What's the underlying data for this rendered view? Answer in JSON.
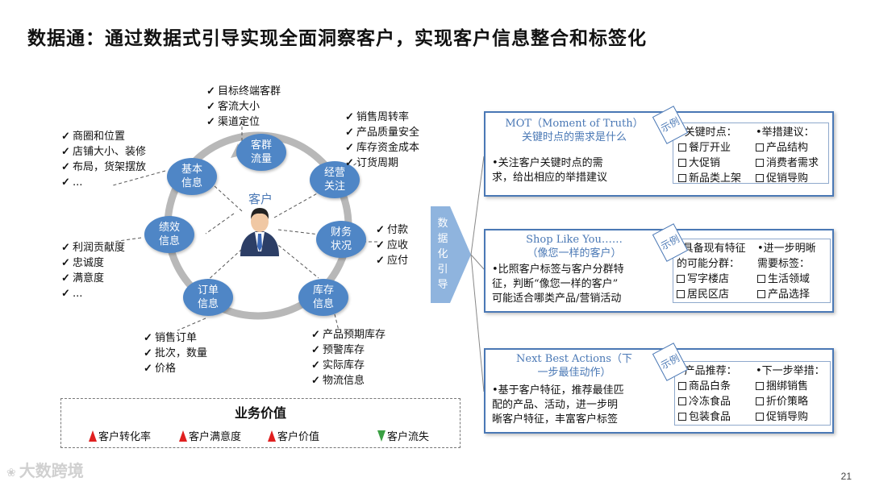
{
  "title": "数据通：通过数据式引导实现全面洞察客户，实现客户信息整合和标签化",
  "center": {
    "label": "客户"
  },
  "nodes": [
    {
      "id": "flow",
      "line1": "客群",
      "line2": "流量"
    },
    {
      "id": "ops",
      "line1": "经营",
      "line2": "关注"
    },
    {
      "id": "finance",
      "line1": "财务",
      "line2": "状况"
    },
    {
      "id": "stock",
      "line1": "库存",
      "line2": "信息"
    },
    {
      "id": "order",
      "line1": "订单",
      "line2": "信息"
    },
    {
      "id": "perf",
      "line1": "绩效",
      "line2": "信息"
    },
    {
      "id": "basic",
      "line1": "基本",
      "line2": "信息"
    }
  ],
  "checklists": {
    "basic": [
      "商圈和位置",
      "店铺大小、装修",
      "布局，货架摆放",
      "..."
    ],
    "flow": [
      "目标终端客群",
      "客流大小",
      "渠道定位"
    ],
    "ops": [
      "销售周转率",
      "产品质量安全",
      "库存资金成本",
      "订货周期"
    ],
    "finance": [
      "付款",
      "应收",
      "应付"
    ],
    "perf": [
      "利润贡献度",
      "忠诚度",
      "满意度",
      "..."
    ],
    "order": [
      "销售订单",
      "批次，数量",
      "价格"
    ],
    "stock": [
      "产品预期库存",
      "预警库存",
      "实际库存",
      "物流信息"
    ]
  },
  "arrow_label": [
    "数",
    "据",
    "化",
    "引",
    "导"
  ],
  "panels": [
    {
      "title_line1": "MOT（Moment of Truth）",
      "title_line2": "关键时点的需求是什么",
      "desc": [
        "•关注客户关键时点的需",
        "  求，给出相应的举措建议"
      ],
      "tag": "示例",
      "note_head": [
        "•关键时点：",
        "•举措建议："
      ],
      "note_rows": [
        [
          "餐厅开业",
          "产品结构"
        ],
        [
          "大促销",
          "消费者需求"
        ],
        [
          "新品类上架",
          "促销导购"
        ]
      ]
    },
    {
      "title_line1": "Shop Like You……",
      "title_line2": "（像您一样的客户）",
      "desc": [
        "•比照客户标签与客户分群特",
        "  征，判断“像您一样的客户”",
        "  可能适合哪类产品/营销活动"
      ],
      "tag": "示例",
      "note_head": [
        "•具备现有特征",
        "•进一步明晰"
      ],
      "note_head2": [
        "  的可能分群：",
        "  需要标签："
      ],
      "note_rows": [
        [
          "写字楼店",
          "生活领域"
        ],
        [
          "居民区店",
          "产品选择"
        ]
      ]
    },
    {
      "title_line1": "Next Best Actions（下",
      "title_line2": "一步最佳动作）",
      "desc": [
        "•基于客户特征，推荐最佳匹",
        "  配的产品、活动，进一步明",
        "  晰客户特征，丰富客户标签"
      ],
      "tag": "示例",
      "note_head": [
        "•产品推荐：",
        "•下一步举措："
      ],
      "note_rows": [
        [
          "商品白条",
          "捆绑销售"
        ],
        [
          "冷冻食品",
          "折价策略"
        ],
        [
          "包装食品",
          "促销导购"
        ]
      ]
    }
  ],
  "value": {
    "title": "业务价值",
    "metrics": [
      {
        "label": "客户转化率",
        "dir": "up"
      },
      {
        "label": "客户满意度",
        "dir": "up"
      },
      {
        "label": "客户价值",
        "dir": "up"
      },
      {
        "label": "客户流失",
        "dir": "down"
      }
    ]
  },
  "footer": {
    "logo": "大数跨境",
    "page": "21"
  },
  "colors": {
    "node": "#4f86c6",
    "panel_border": "#4a78b5",
    "up": "#e02020",
    "down": "#3aa043"
  }
}
